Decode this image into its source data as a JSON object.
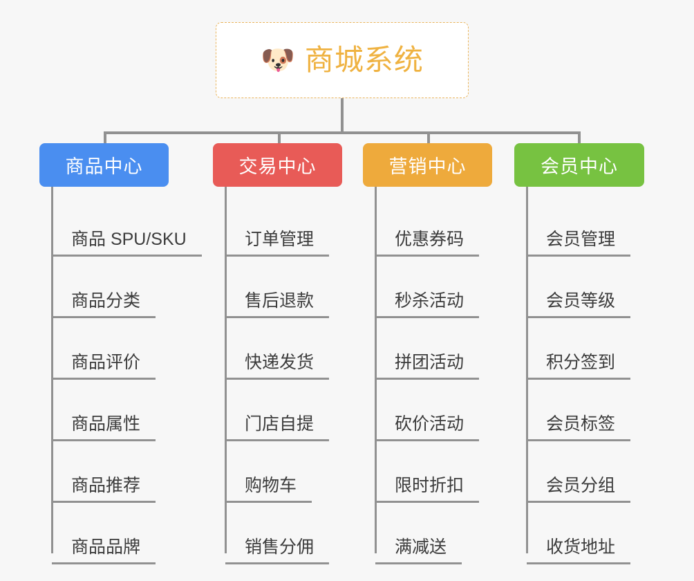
{
  "canvas": {
    "background": "#f7f7f7",
    "line_color": "#919191",
    "leaf_text_color": "#3b3b3b"
  },
  "root": {
    "icon": "shiba-dog-face-emoji",
    "emoji": "🐶",
    "title": "商城系统",
    "text_color": "#efb241",
    "border_color": "#e9b35a",
    "background": "#ffffff"
  },
  "categories": [
    {
      "label": "商品中心",
      "color": "#4a8ef0",
      "items": [
        {
          "label": "商品 SPU/SKU"
        },
        {
          "label": "商品分类"
        },
        {
          "label": "商品评价"
        },
        {
          "label": "商品属性"
        },
        {
          "label": "商品推荐"
        },
        {
          "label": "商品品牌"
        }
      ]
    },
    {
      "label": "交易中心",
      "color": "#e85b57",
      "items": [
        {
          "label": "订单管理"
        },
        {
          "label": "售后退款"
        },
        {
          "label": "快递发货"
        },
        {
          "label": "门店自提"
        },
        {
          "label": "购物车"
        },
        {
          "label": "销售分佣"
        }
      ]
    },
    {
      "label": "营销中心",
      "color": "#eeaa3c",
      "items": [
        {
          "label": "优惠券码"
        },
        {
          "label": "秒杀活动"
        },
        {
          "label": "拼团活动"
        },
        {
          "label": "砍价活动"
        },
        {
          "label": "限时折扣"
        },
        {
          "label": "满减送"
        }
      ]
    },
    {
      "label": "会员中心",
      "color": "#77c241",
      "items": [
        {
          "label": "会员管理"
        },
        {
          "label": "会员等级"
        },
        {
          "label": "积分签到"
        },
        {
          "label": "会员标签"
        },
        {
          "label": "会员分组"
        },
        {
          "label": "收货地址"
        }
      ]
    }
  ]
}
